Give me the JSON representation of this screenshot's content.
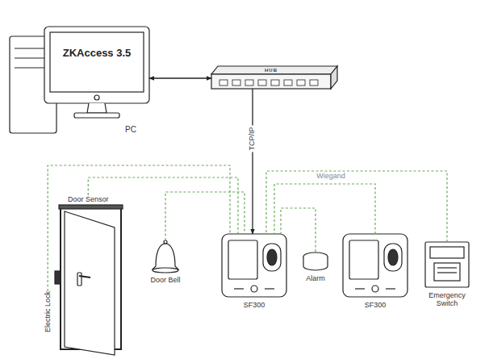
{
  "diagram": {
    "nodes": [
      {
        "text": [
          "ZKAccess 3.5",
          "PC"
        ]
      },
      {
        "text": [
          "HUB"
        ]
      },
      {
        "text": [
          "Door Sensor"
        ]
      },
      {
        "text": [
          "Electric Lock"
        ]
      },
      {
        "text": [
          "Door Bell"
        ]
      },
      {
        "text": [
          "SF300"
        ]
      },
      {
        "text": [
          "Alarm"
        ]
      },
      {
        "text": [
          "SF300"
        ]
      },
      {
        "text": [
          "Emergency Switch"
        ]
      }
    ],
    "edges": [
      {
        "from": 0,
        "to": 1,
        "arrow": "both"
      },
      {
        "from": 1,
        "to": 5,
        "label": "TCP/IP",
        "arrow": "to"
      },
      {
        "from": 2,
        "to": 5,
        "arrow": "none"
      },
      {
        "from": 3,
        "to": 5,
        "arrow": "none"
      },
      {
        "from": 4,
        "to": 5,
        "arrow": "none"
      },
      {
        "from": 6,
        "to": 5,
        "arrow": "none"
      },
      {
        "from": 7,
        "to": 5,
        "label": "Wiegand",
        "arrow": "none"
      },
      {
        "from": 8,
        "to": 5,
        "arrow": "none"
      }
    ]
  }
}
